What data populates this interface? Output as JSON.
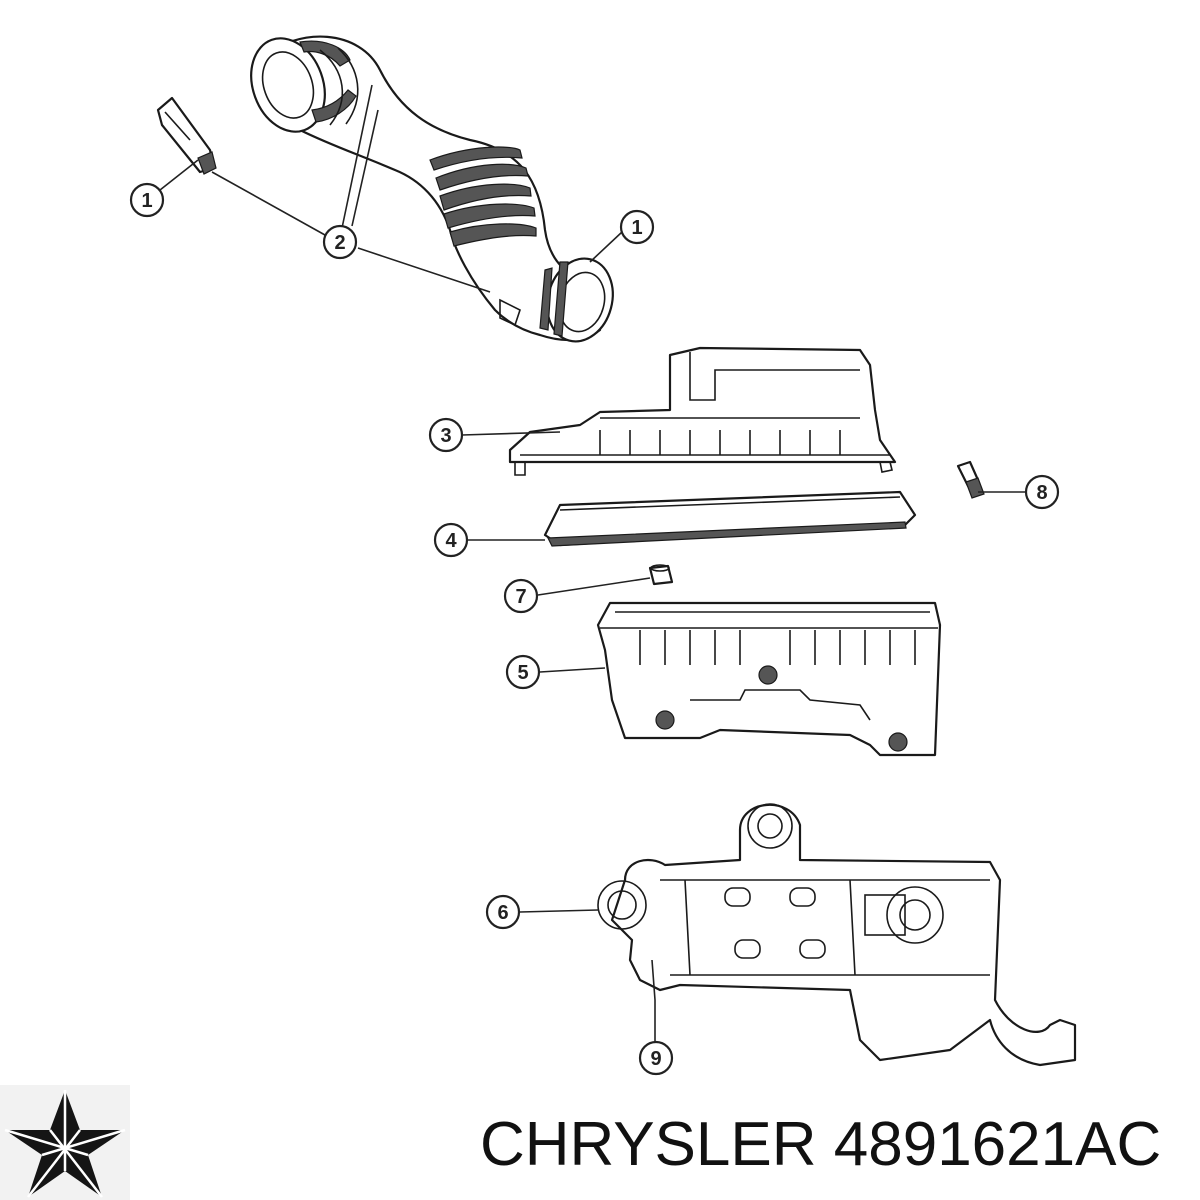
{
  "callouts": [
    {
      "label": "1"
    },
    {
      "label": "2"
    },
    {
      "label": "1"
    },
    {
      "label": "3"
    },
    {
      "label": "8"
    },
    {
      "label": "4"
    },
    {
      "label": "7"
    },
    {
      "label": "5"
    },
    {
      "label": "6"
    },
    {
      "label": "9"
    }
  ],
  "footer": {
    "brand": "CHRYSLER",
    "part_number": "4891621AC",
    "caption": "CHRYSLER 4891621AC"
  },
  "logo": {
    "icon": "chrysler-pentastar-icon"
  }
}
